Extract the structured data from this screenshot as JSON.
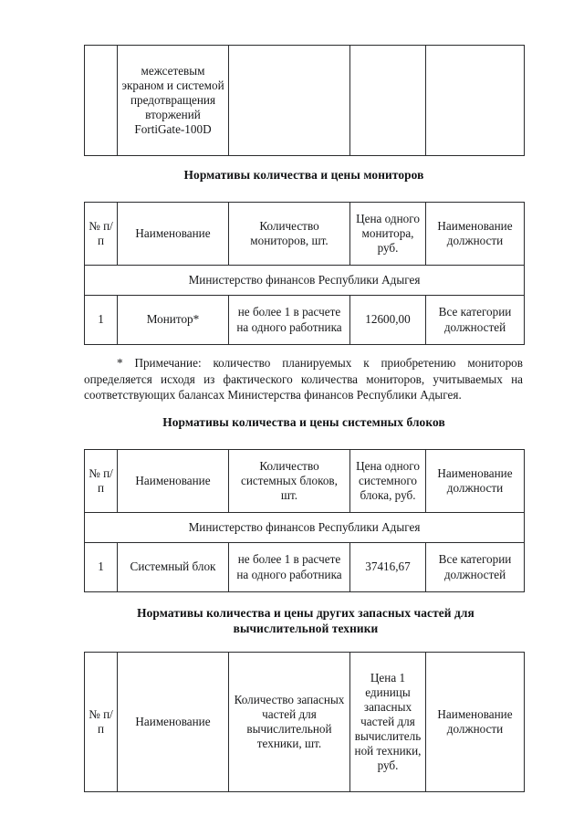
{
  "document": {
    "language": "ru",
    "page_background": "#ffffff",
    "text_color": "#17181a",
    "border_color": "#2a2b2d"
  },
  "fortigate_table": {
    "name": "continued-equipment-table",
    "columns": [
      "",
      "",
      "",
      "",
      ""
    ],
    "rows": [
      {
        "num": "",
        "name": "межсетевым экраном и системой предотвращения вторжений FortiGate-100D",
        "quantity": "",
        "price": "",
        "position": ""
      }
    ]
  },
  "monitors_section": {
    "heading": "Нормативы количества и цены мониторов",
    "table": {
      "headers": {
        "num": "№ п/п",
        "name": "Наименование",
        "quantity": "Количество мониторов, шт.",
        "price": "Цена одного монитора, руб.",
        "position": "Наименование должности"
      },
      "organization_row": "Министерство финансов Республики Адыгея",
      "rows": [
        {
          "num": "1",
          "name": "Монитор*",
          "quantity": "не более 1 в расчете на одного работника",
          "price": "12600,00",
          "position": "Все категории должностей"
        }
      ]
    },
    "note": "* Примечание: количество планируемых к приобретению мониторов определяется исходя из фактического количества мониторов, учитываемых на соответствующих балансах Министерства финансов Республики Адыгея."
  },
  "system_units_section": {
    "heading": "Нормативы количества и цены системных блоков",
    "table": {
      "headers": {
        "num": "№ п/п",
        "name": "Наименование",
        "quantity": "Количество системных блоков, шт.",
        "price": "Цена одного системного блока, руб.",
        "position": "Наименование должности"
      },
      "organization_row": "Министерство финансов Республики Адыгея",
      "rows": [
        {
          "num": "1",
          "name": "Системный блок",
          "quantity": "не более 1 в расчете на одного работника",
          "price": "37416,67",
          "position": "Все категории должностей"
        }
      ]
    }
  },
  "spare_parts_section": {
    "heading_line1": "Нормативы количества и цены других запасных частей для",
    "heading_line2": "вычислительной техники",
    "table": {
      "headers": {
        "num": "№ п/п",
        "name": "Наименование",
        "quantity": "Количество запасных частей для вычислительной техники, шт.",
        "price": "Цена 1 единицы запасных частей для вычислитель ной техники, руб.",
        "position": "Наименование должности"
      }
    }
  }
}
